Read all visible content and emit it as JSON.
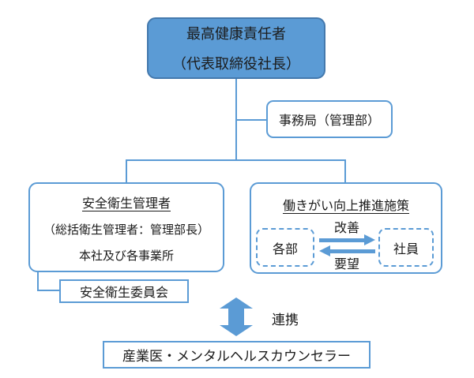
{
  "colors": {
    "accent": "#5B9BD5",
    "accent_dark": "#4479AD",
    "text": "#1b1b1b"
  },
  "nodes": {
    "chief": {
      "line1": "最高健康責任者",
      "line2": "（代表取締役社長）"
    },
    "secretariat": {
      "label": "事務局（管理部）"
    },
    "safety_manager": {
      "title": "安全衛生管理者",
      "subtitle": "（総括衛生管理者：管理部長）",
      "scope": "本社及び各事業所"
    },
    "initiative": {
      "title": "働きがい向上推進施策",
      "dept": "各部",
      "employee": "社員",
      "improve": "改善",
      "request": "要望"
    },
    "committee": {
      "label": "安全衛生委員会"
    },
    "link": {
      "label": "連携"
    },
    "counselor": {
      "label": "産業医・メンタルヘルスカウンセラー"
    }
  }
}
